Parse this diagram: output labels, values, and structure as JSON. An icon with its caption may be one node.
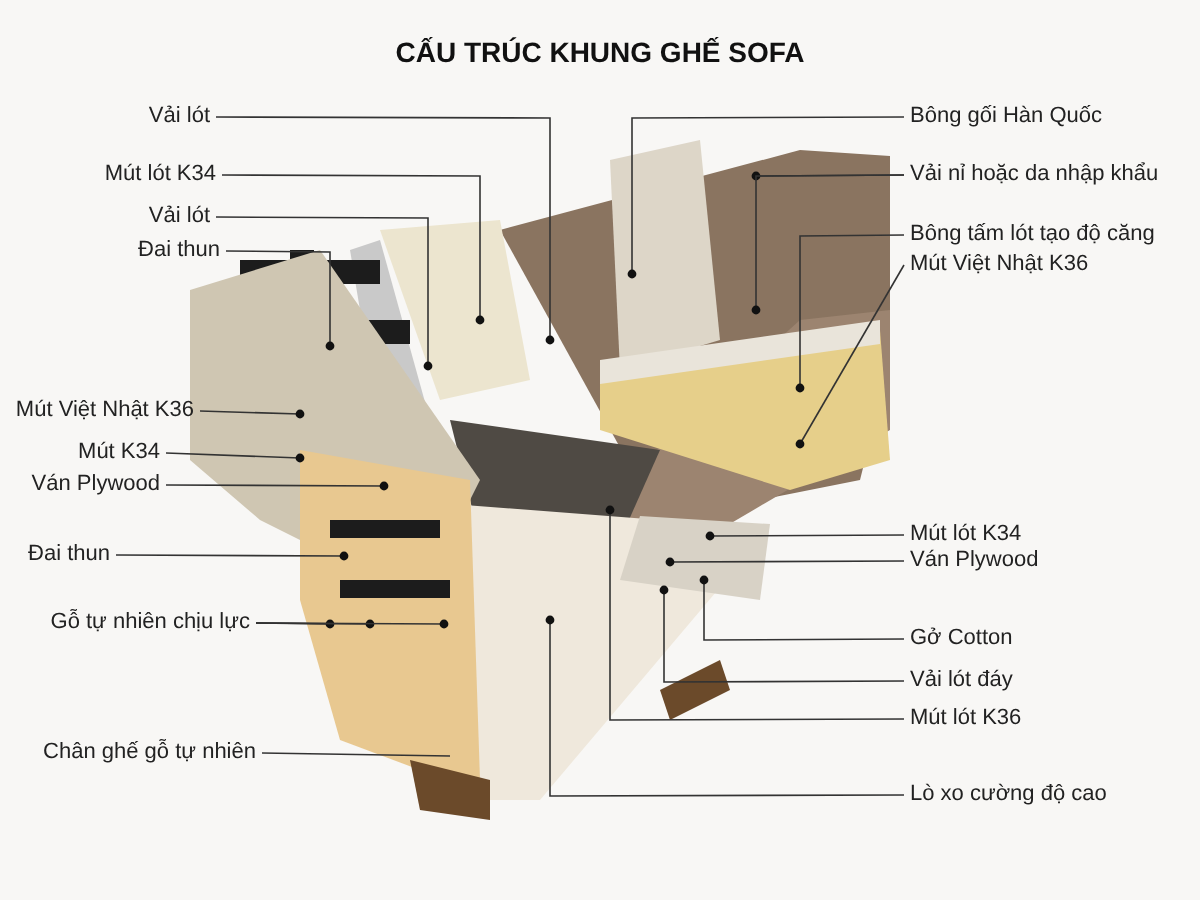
{
  "diagram": {
    "title": "CẤU TRÚC KHUNG GHẾ SOFA",
    "nodes": [
      {
        "text": [
          "Vải lót"
        ]
      },
      {
        "text": [
          "Mút lót K34"
        ]
      },
      {
        "text": [
          "Vải lót"
        ]
      },
      {
        "text": [
          "Đai thun"
        ]
      },
      {
        "text": [
          "Mút Việt Nhật K36"
        ]
      },
      {
        "text": [
          "Mút K34"
        ]
      },
      {
        "text": [
          "Ván Plywood"
        ]
      },
      {
        "text": [
          "Đai thun"
        ]
      },
      {
        "text": [
          "Gỗ tự nhiên chịu lực"
        ]
      },
      {
        "text": [
          "Chân ghế gỗ tự nhiên"
        ]
      },
      {
        "text": [
          "Bông gối Hàn Quốc"
        ]
      },
      {
        "text": [
          "Vải nỉ hoặc da nhập khẩu"
        ]
      },
      {
        "text": [
          "Bông tấm lót tạo độ căng"
        ]
      },
      {
        "text": [
          "Mút Việt Nhật K36"
        ]
      },
      {
        "text": [
          "Mút lót K34"
        ]
      },
      {
        "text": [
          "Ván Plywood"
        ]
      },
      {
        "text": [
          "Gở Cotton"
        ]
      },
      {
        "text": [
          "Vải lót đáy"
        ]
      },
      {
        "text": [
          "Mút lót K36"
        ]
      },
      {
        "text": [
          "Lò xo cường độ cao"
        ]
      }
    ],
    "edges": [
      {
        "from": 0,
        "to": null,
        "arrow": "other"
      },
      {
        "from": 1,
        "to": null,
        "arrow": "other"
      },
      {
        "from": 2,
        "to": null,
        "arrow": "other"
      },
      {
        "from": 3,
        "to": null,
        "arrow": "other"
      },
      {
        "from": 4,
        "to": null,
        "arrow": "other"
      },
      {
        "from": 5,
        "to": null,
        "arrow": "other"
      },
      {
        "from": 6,
        "to": null,
        "arrow": "other"
      },
      {
        "from": 7,
        "to": null,
        "arrow": "other"
      },
      {
        "from": 8,
        "to": null,
        "arrow": "other"
      },
      {
        "from": 8,
        "to": null,
        "arrow": "other"
      },
      {
        "from": 8,
        "to": null,
        "arrow": "other"
      },
      {
        "from": 9,
        "to": null,
        "arrow": "none"
      },
      {
        "from": 10,
        "to": null,
        "arrow": "other"
      },
      {
        "from": 11,
        "to": null,
        "arrow": "other"
      },
      {
        "from": 11,
        "to": null,
        "arrow": "other"
      },
      {
        "from": 12,
        "to": null,
        "arrow": "other"
      },
      {
        "from": 13,
        "to": null,
        "arrow": "other"
      },
      {
        "from": 14,
        "to": null,
        "arrow": "other"
      },
      {
        "from": 15,
        "to": null,
        "arrow": "other"
      },
      {
        "from": 16,
        "to": null,
        "arrow": "other"
      },
      {
        "from": 17,
        "to": null,
        "arrow": "other"
      },
      {
        "from": 18,
        "to": null,
        "arrow": "other"
      },
      {
        "from": 19,
        "to": null,
        "arrow": "other"
      }
    ]
  }
}
